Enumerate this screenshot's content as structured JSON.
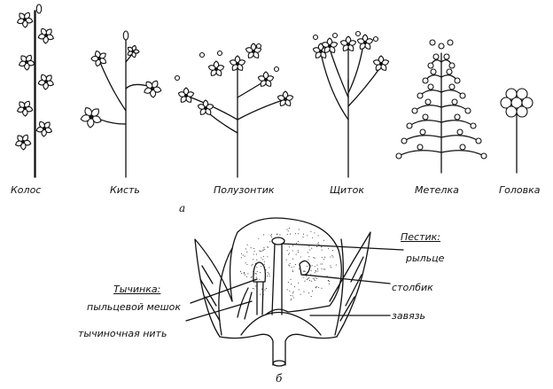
{
  "panel_a": {
    "marker": "а",
    "inflorescences": [
      {
        "key": "kolos",
        "label": "Колос"
      },
      {
        "key": "kist",
        "label": "Кисть"
      },
      {
        "key": "poluzontik",
        "label": "Полузонтик"
      },
      {
        "key": "shchitok",
        "label": "Щиток"
      },
      {
        "key": "metelka",
        "label": "Метелка"
      },
      {
        "key": "golovka",
        "label": "Головка"
      }
    ]
  },
  "panel_b": {
    "marker": "б",
    "pistil": {
      "heading": "Пестик:",
      "parts": [
        "рыльце",
        "столбик",
        "завязь"
      ]
    },
    "stamen": {
      "heading": "Тычинка:",
      "parts": [
        "пыльцевой мешок",
        "тычиночная нить"
      ]
    }
  }
}
